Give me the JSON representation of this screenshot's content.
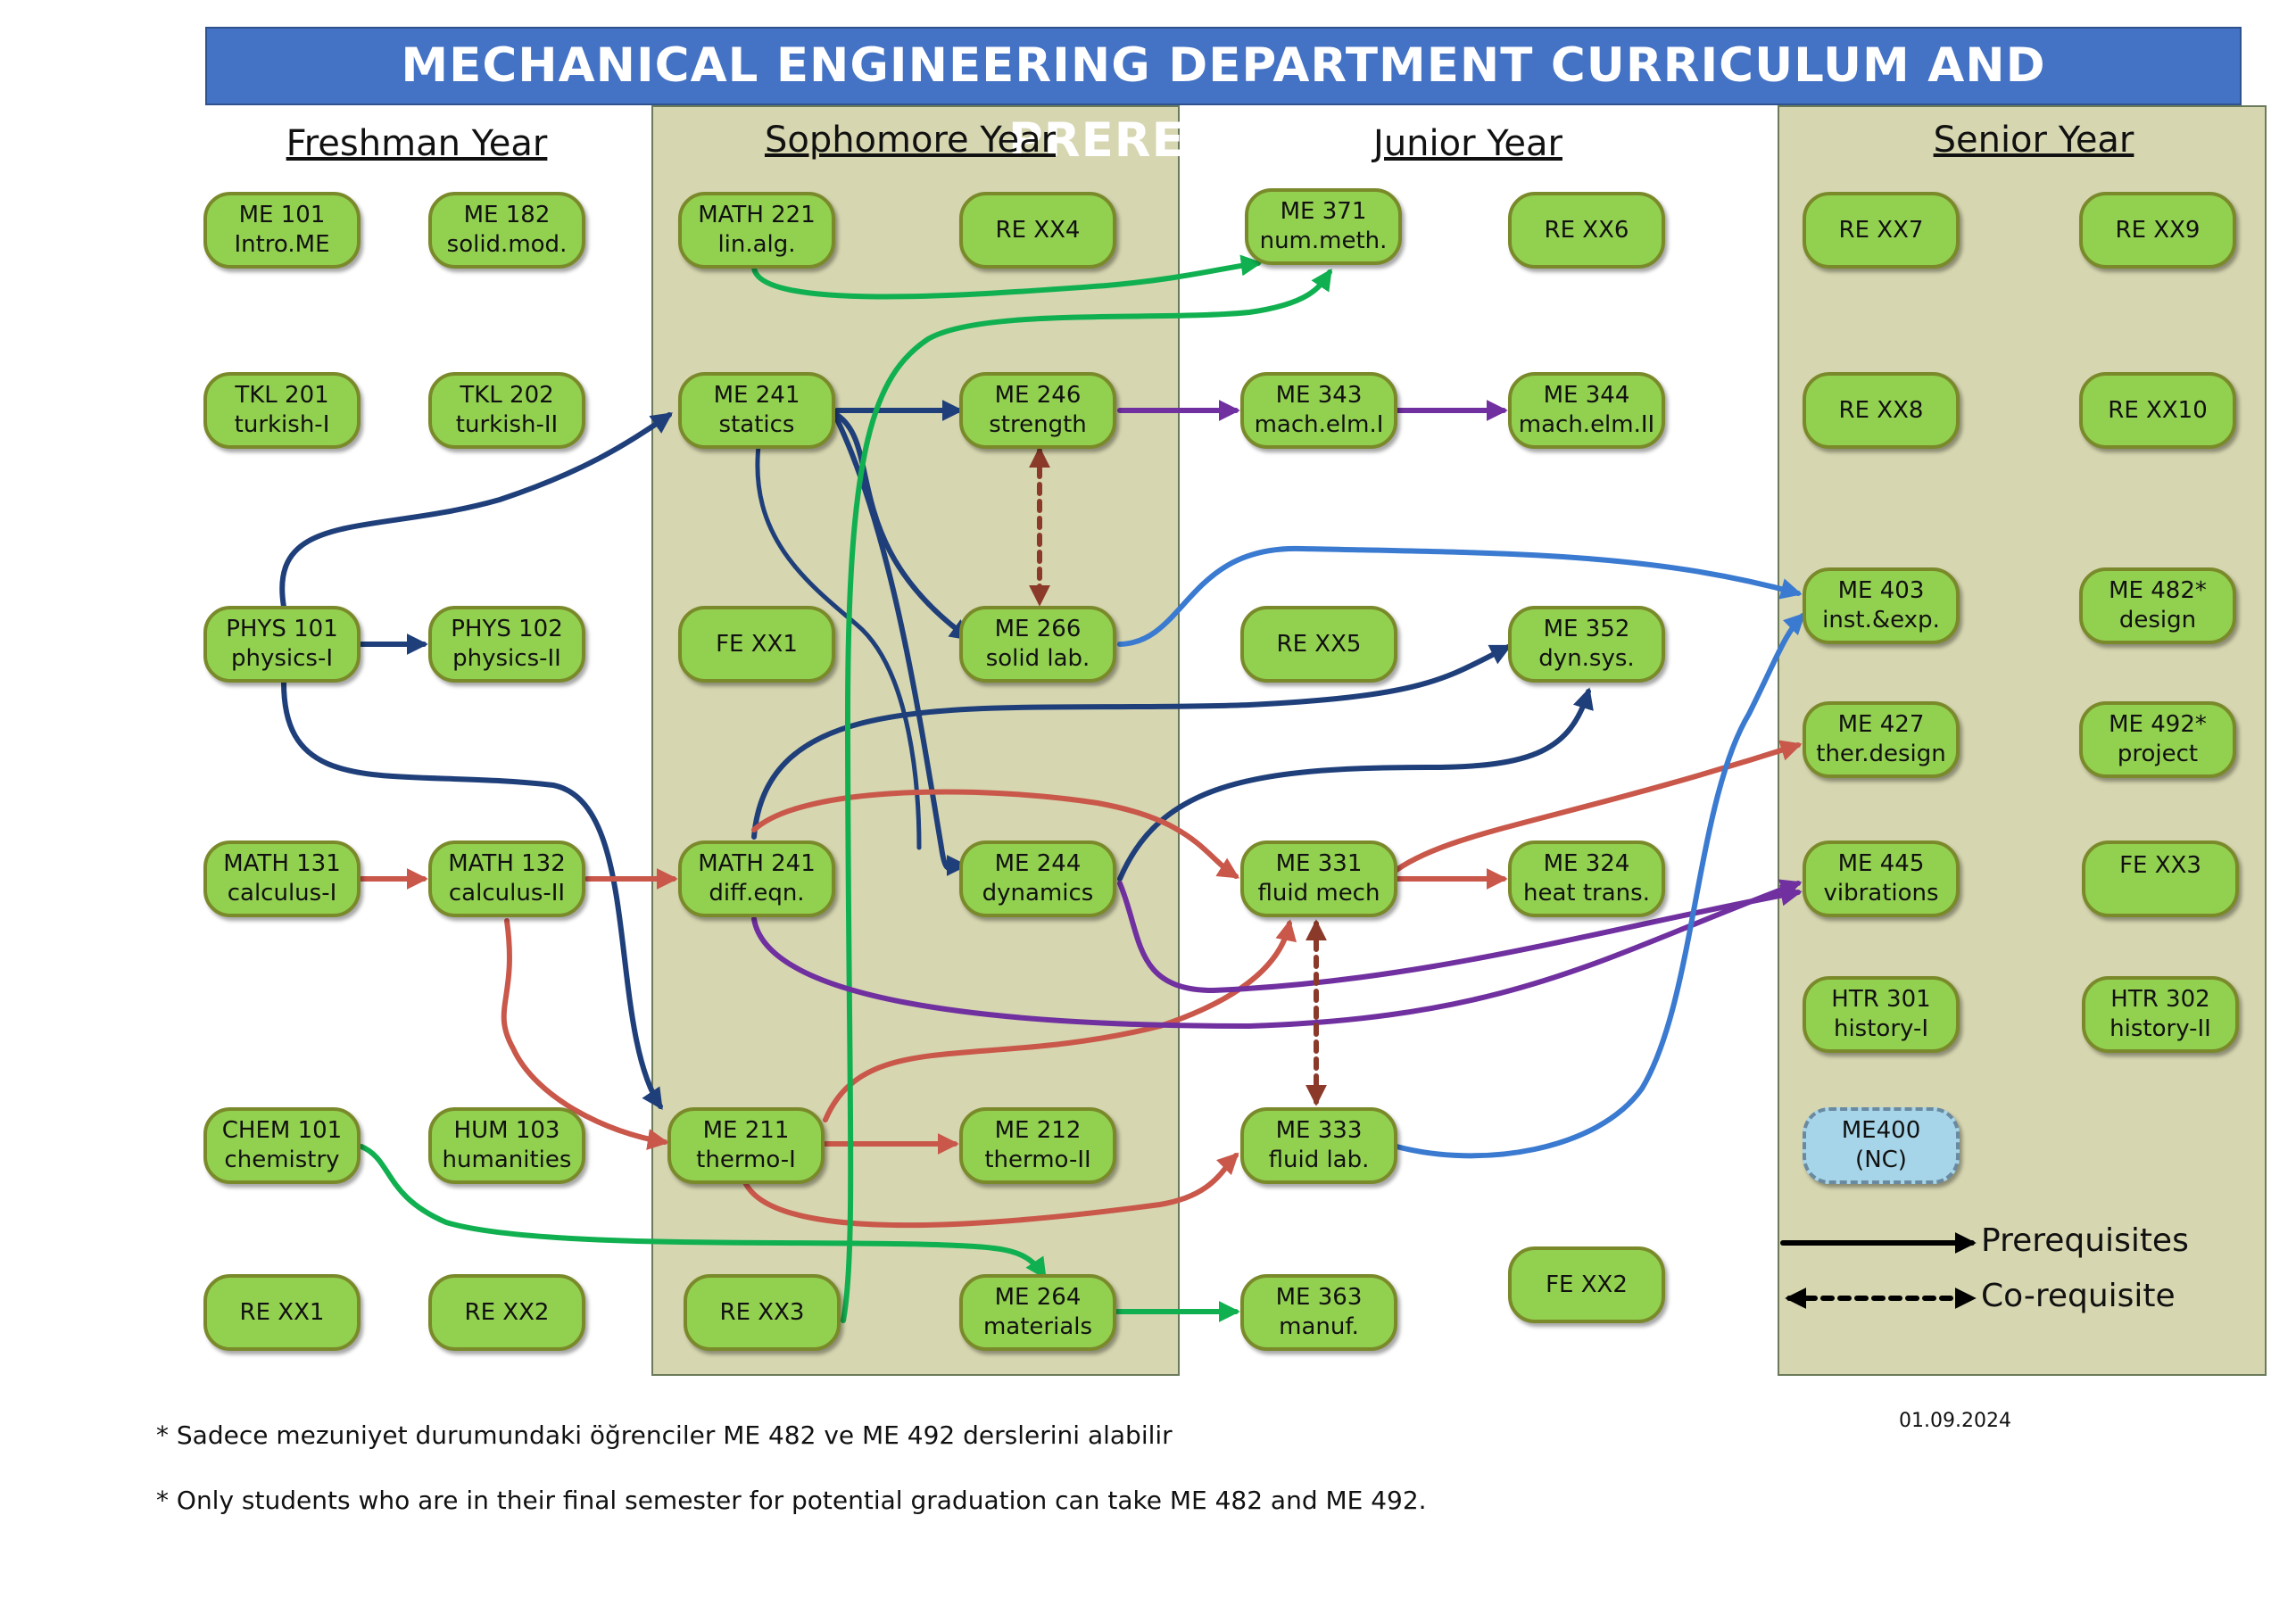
{
  "title": "MECHANICAL ENGINEERING DEPARTMENT CURRICULUM AND PREREQUISITES",
  "years": [
    "Freshman Year",
    "Sophomore Year",
    "Junior Year",
    "Senior Year"
  ],
  "courses": {
    "me101": {
      "code": "ME 101",
      "name": "Intro.ME"
    },
    "me182": {
      "code": "ME 182",
      "name": "solid.mod."
    },
    "tkl201": {
      "code": "TKL 201",
      "name": "turkish-I"
    },
    "tkl202": {
      "code": "TKL 202",
      "name": "turkish-II"
    },
    "phys101": {
      "code": "PHYS 101",
      "name": "physics-I"
    },
    "phys102": {
      "code": "PHYS 102",
      "name": "physics-II"
    },
    "math131": {
      "code": "MATH 131",
      "name": "calculus-I"
    },
    "math132": {
      "code": "MATH 132",
      "name": "calculus-II"
    },
    "chem101": {
      "code": "CHEM 101",
      "name": "chemistry"
    },
    "hum103": {
      "code": "HUM 103",
      "name": "humanities"
    },
    "rexx1": {
      "code": "RE XX1",
      "name": ""
    },
    "rexx2": {
      "code": "RE XX2",
      "name": ""
    },
    "math221": {
      "code": "MATH 221",
      "name": "lin.alg."
    },
    "rexx4": {
      "code": "RE XX4",
      "name": ""
    },
    "me241": {
      "code": "ME 241",
      "name": "statics"
    },
    "me246": {
      "code": "ME 246",
      "name": "strength"
    },
    "fexx1": {
      "code": "FE XX1",
      "name": ""
    },
    "me266": {
      "code": "ME 266",
      "name": "solid lab."
    },
    "math241": {
      "code": "MATH 241",
      "name": "diff.eqn."
    },
    "me244": {
      "code": "ME 244",
      "name": "dynamics"
    },
    "me211": {
      "code": "ME 211",
      "name": "thermo-I"
    },
    "me212": {
      "code": "ME 212",
      "name": "thermo-II"
    },
    "rexx3": {
      "code": "RE XX3",
      "name": ""
    },
    "me264": {
      "code": "ME 264",
      "name": "materials"
    },
    "me371": {
      "code": "ME 371",
      "name": "num.meth."
    },
    "rexx6": {
      "code": "RE XX6",
      "name": ""
    },
    "me343": {
      "code": "ME 343",
      "name": "mach.elm.I"
    },
    "me344": {
      "code": "ME 344",
      "name": "mach.elm.II"
    },
    "rexx5": {
      "code": "RE XX5",
      "name": ""
    },
    "me352": {
      "code": "ME 352",
      "name": "dyn.sys."
    },
    "me331": {
      "code": "ME 331",
      "name": "fluid mech"
    },
    "me324": {
      "code": "ME 324",
      "name": "heat trans."
    },
    "me333": {
      "code": "ME 333",
      "name": "fluid lab."
    },
    "me363": {
      "code": "ME 363",
      "name": "manuf."
    },
    "fexx2": {
      "code": "FE XX2",
      "name": ""
    },
    "rexx7": {
      "code": "RE XX7",
      "name": ""
    },
    "rexx9": {
      "code": "RE XX9",
      "name": ""
    },
    "rexx8": {
      "code": "RE XX8",
      "name": ""
    },
    "rexx10": {
      "code": "RE XX10",
      "name": ""
    },
    "me403": {
      "code": "ME 403",
      "name": "inst.&exp."
    },
    "me482": {
      "code": "ME 482*",
      "name": "design"
    },
    "me427": {
      "code": "ME 427",
      "name": "ther.design"
    },
    "me492": {
      "code": "ME 492*",
      "name": "project"
    },
    "me445": {
      "code": "ME 445",
      "name": "vibrations"
    },
    "fexx3": {
      "code": "FE XX3",
      "name": ""
    },
    "htr301": {
      "code": "HTR 301",
      "name": "history-I"
    },
    "htr302": {
      "code": "HTR 302",
      "name": "history-II"
    },
    "me400": {
      "code": "ME400",
      "name": "(NC)"
    }
  },
  "legend": {
    "prerequisites": "Prerequisites",
    "corequisite": "Co-requisite"
  },
  "colors": {
    "title_bar": "#4472c4",
    "course_fill": "#92d050",
    "course_border": "#7a8a2a",
    "nc_fill": "#a6d4e8",
    "band": "#d6d6b0",
    "navy": "#1f3f7a",
    "red": "#c9574a",
    "green": "#10b050",
    "purple": "#7030a0",
    "blue": "#3a7ad0",
    "brown": "#8b3a2a"
  },
  "notes": {
    "note_tr": "* Sadece mezuniyet durumundaki öğrenciler ME 482 ve ME 492 derslerini alabilir",
    "note_en": "* Only students who are in their final semester for potential graduation can take ME 482 and ME 492."
  },
  "date": "01.09.2024"
}
